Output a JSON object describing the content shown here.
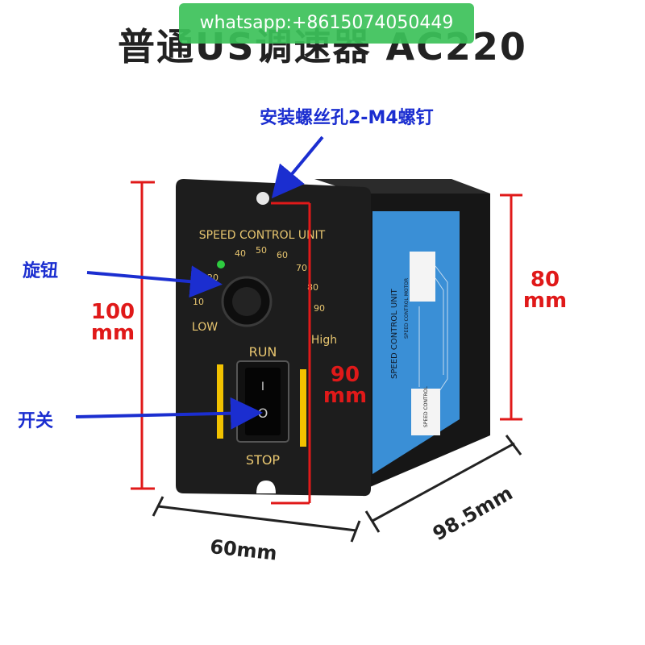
{
  "header": {
    "title": "普通US调速器   AC220"
  },
  "watermark": {
    "text": "whatsapp:+8615074050449"
  },
  "annotations": {
    "screw_hole": "安装螺丝孔2-M4螺钉",
    "knob": "旋钮",
    "switch": "开关"
  },
  "dimensions": {
    "height_value": "100",
    "height_unit": "mm",
    "hole_spacing_value": "90",
    "hole_spacing_unit": "mm",
    "depth_value": "80",
    "depth_unit": "mm",
    "width": "60mm",
    "length": "98.5mm"
  },
  "panel": {
    "label": "SPEED CONTROL UNIT",
    "dial_ticks": [
      "10",
      "20",
      "40",
      "50",
      "60",
      "70",
      "80",
      "90"
    ],
    "low_label": "LOW",
    "high_label": "High",
    "run_label": "RUN",
    "stop_label": "STOP",
    "switch_on_symbol": "I",
    "switch_off_symbol": "O"
  },
  "side_label": {
    "title": "SPEED CONTROL UNIT",
    "subtitle": "SPEED CONTROL MOTOR",
    "box_text": "SPEED CONTROL"
  },
  "colors": {
    "panel": "#1d1d1d",
    "side_label": "#3a8fd6",
    "accent_yellow": "#f2c200",
    "dimension_red": "#e01919",
    "annotation_blue": "#1b2ed0"
  }
}
